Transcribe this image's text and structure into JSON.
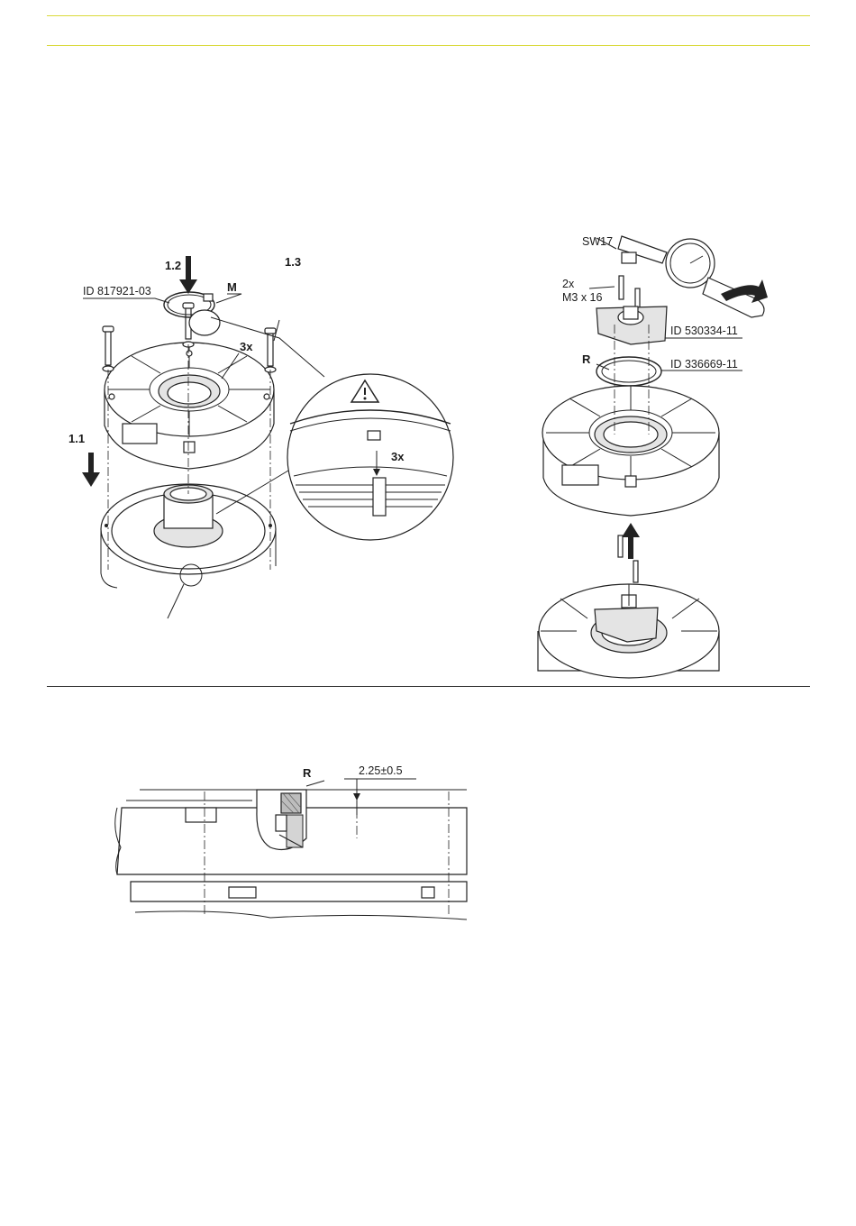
{
  "figure_top": {
    "step_1_1": "1.1",
    "step_1_2": "1.2",
    "step_1_3": "1.3",
    "id_ring_tool": "ID 817921-03",
    "label_m": "M",
    "count_screws": "3x",
    "count_detail": "3x",
    "wrench_size": "SW17",
    "screw_count": "2x",
    "screw_spec": "M3 x 16",
    "id_fixture": "ID 530334-11",
    "label_r": "R",
    "id_ring": "ID 336669-11"
  },
  "figure_bottom": {
    "label_r": "R",
    "dimension": "2.25±0.5"
  },
  "colors": {
    "header_rule": "#d9d93a",
    "divider": "#333333"
  }
}
